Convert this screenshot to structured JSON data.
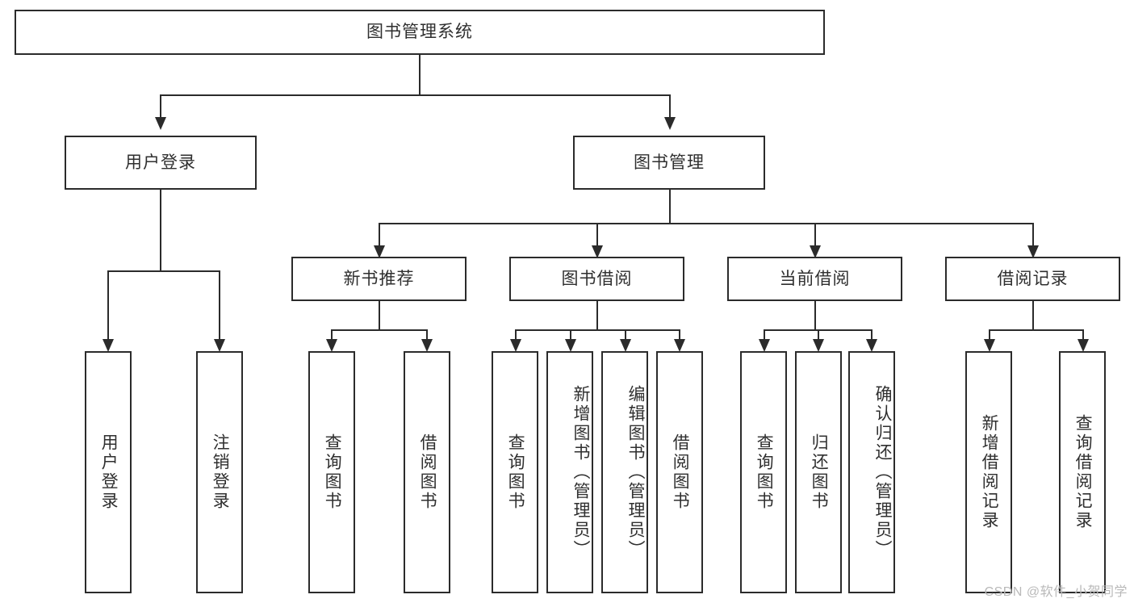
{
  "diagram": {
    "type": "tree-hierarchy-diagram",
    "title": "图书管理系统",
    "colors": {
      "box_border": "#2b2b2b",
      "box_fill": "#ffffff",
      "text": "#2f2f2f",
      "connector": "#2b2b2b",
      "watermark": "#b9b9b9"
    },
    "root": {
      "label": "图书管理系统"
    },
    "level2": [
      {
        "label": "用户登录"
      },
      {
        "label": "图书管理"
      }
    ],
    "level3": [
      {
        "label": "新书推荐"
      },
      {
        "label": "图书借阅"
      },
      {
        "label": "当前借阅"
      },
      {
        "label": "借阅记录"
      }
    ],
    "leaves": {
      "user_login": [
        {
          "label": "用户登录"
        },
        {
          "label": "注销登录"
        }
      ],
      "new_book_recommend": [
        {
          "label": "查询图书"
        },
        {
          "label": "借阅图书"
        }
      ],
      "book_borrow": [
        {
          "label": "查询图书"
        },
        {
          "label": "新增图书（管理员）"
        },
        {
          "label": "编辑图书（管理员）"
        },
        {
          "label": "借阅图书"
        }
      ],
      "current_borrow": [
        {
          "label": "查询图书"
        },
        {
          "label": "归还图书"
        },
        {
          "label": "确认归还（管理员）"
        }
      ],
      "borrow_record": [
        {
          "label": "新增借阅记录"
        },
        {
          "label": "查询借阅记录"
        }
      ]
    }
  },
  "watermark": {
    "text": "CSDN @软件_小贺同学"
  }
}
